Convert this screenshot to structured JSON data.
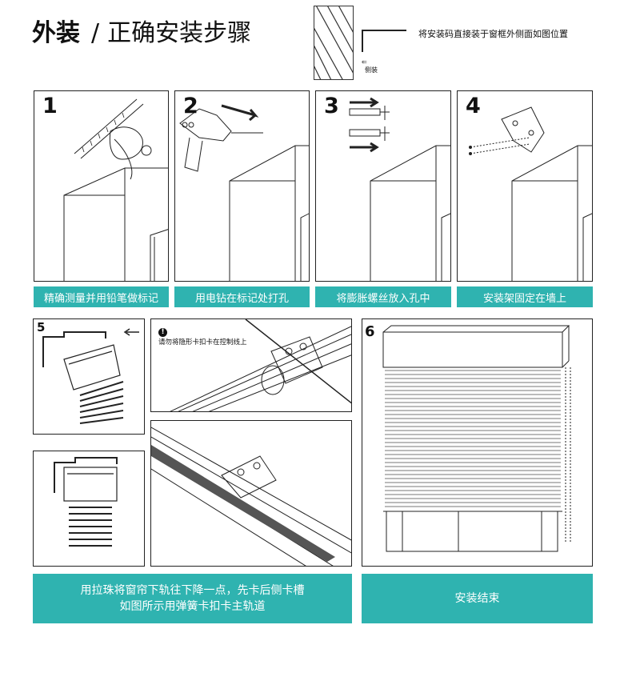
{
  "header": {
    "title_bold": "外装",
    "title_slash": "/",
    "title_rest": "正确安装步骤",
    "mount_note": "将安装码直接装于窗框外侧面如图位置",
    "side_label": "侧装",
    "side_arrow": "⇐"
  },
  "steps": [
    {
      "number": "1",
      "caption": "精确测量并用铅笔做标记"
    },
    {
      "number": "2",
      "caption": "用电钻在标记处打孔"
    },
    {
      "number": "3",
      "caption": "将膨胀螺丝放入孔中"
    },
    {
      "number": "4",
      "caption": "安装架固定在墙上"
    }
  ],
  "step5": {
    "number": "5",
    "arrow": "←",
    "warning_icon": "!",
    "warning": "请勿将隐形卡扣卡在控制线上",
    "caption_line1": "用拉珠将窗帘下轨往下降一点，先卡后侧卡槽",
    "caption_line2": "如图所示用弹簧卡扣卡主轨道"
  },
  "step6": {
    "number": "6",
    "caption": "安装结束"
  },
  "colors": {
    "accent": "#2fb3b0",
    "line": "#222222"
  }
}
